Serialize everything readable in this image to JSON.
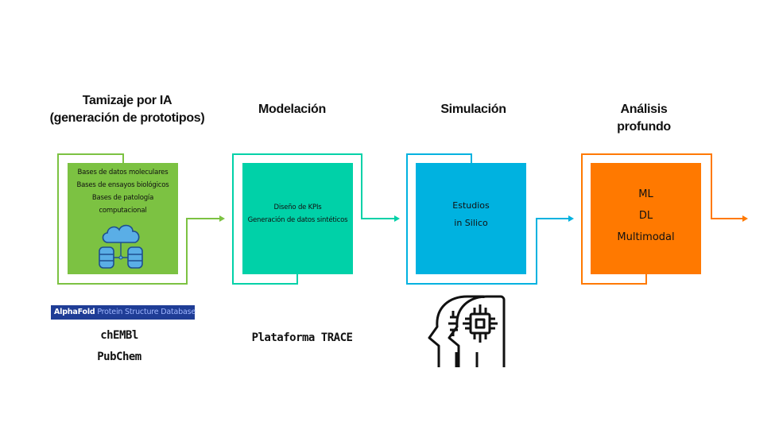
{
  "colors": {
    "stage1": "#7cc242",
    "stage2": "#00d1a8",
    "stage3": "#00b2e0",
    "stage4": "#ff7900",
    "alphafold_bg": "#1f3d96",
    "text": "#111111"
  },
  "stages": [
    {
      "title_lines": [
        "Tamizaje por IA",
        "(generación de prototipos)"
      ],
      "box_lines": [
        "Bases de datos moleculares",
        "Bases de ensayos biológicos",
        "Bases de patología computacional"
      ],
      "icon": "cloud-database-icon"
    },
    {
      "title_lines": [
        "Modelación"
      ],
      "box_lines": [
        "Diseño de KPIs",
        "Generación de datos sintéticos"
      ]
    },
    {
      "title_lines": [
        "Simulación"
      ],
      "box_lines": [
        "Estudios",
        "in Silico"
      ]
    },
    {
      "title_lines": [
        "Análisis",
        "profundo"
      ],
      "box_lines": [
        "ML",
        "DL",
        "Multimodal"
      ]
    }
  ],
  "resources": {
    "alphafold_bold": "AlphaFold",
    "alphafold_rest": "Protein Structure Database",
    "stage1_tools": [
      "chEMBl",
      "PubChem"
    ],
    "stage2_tools": [
      "Plataforma TRACE"
    ],
    "stage3_icon": "ai-heads-chip-icon"
  }
}
